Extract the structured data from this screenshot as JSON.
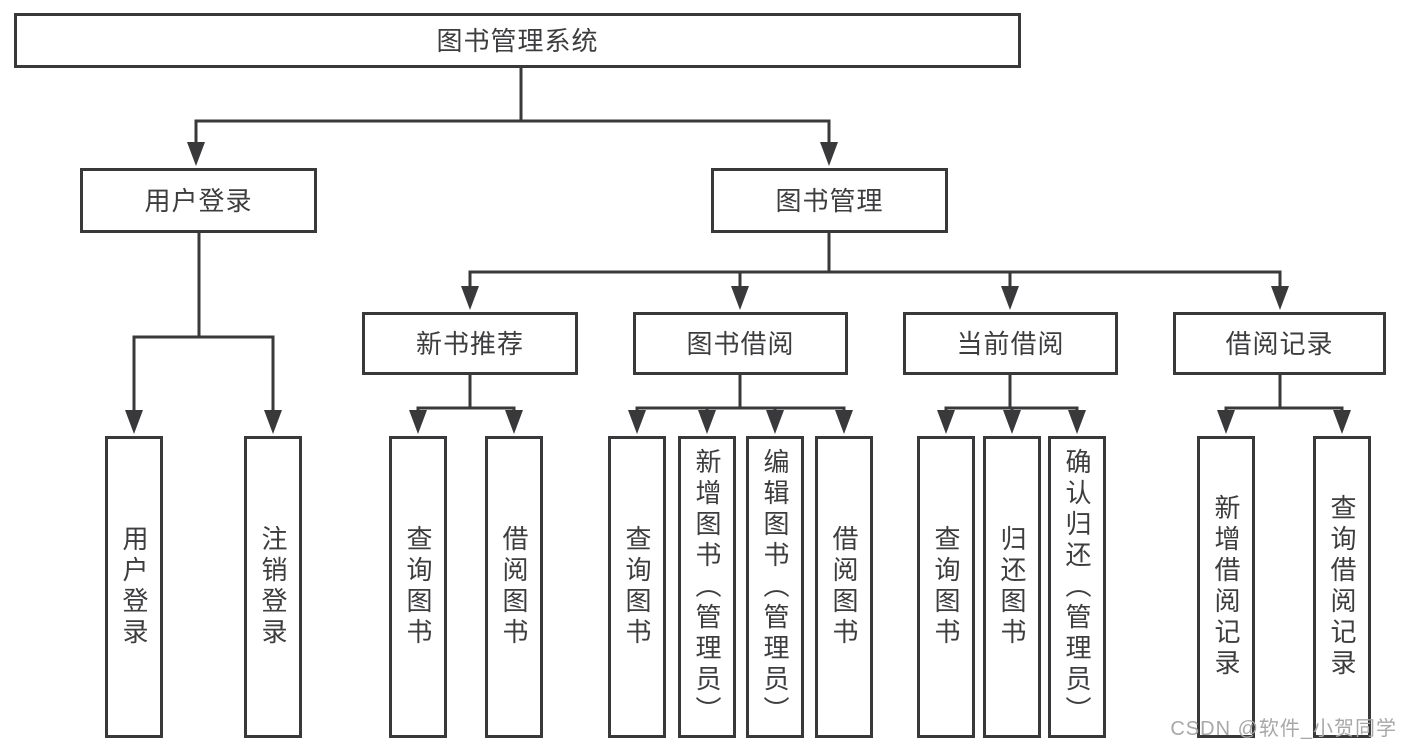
{
  "diagram": {
    "type": "hierarchy-tree",
    "root": {
      "label": "图书管理系统",
      "children": [
        {
          "label": "用户登录",
          "children": [
            {
              "label": "用户登录"
            },
            {
              "label": "注销登录"
            }
          ]
        },
        {
          "label": "图书管理",
          "children": [
            {
              "label": "新书推荐",
              "children": [
                {
                  "label": "查询图书"
                },
                {
                  "label": "借阅图书"
                }
              ]
            },
            {
              "label": "图书借阅",
              "children": [
                {
                  "label": "查询图书"
                },
                {
                  "label": "新增图书（管理员）"
                },
                {
                  "label": "编辑图书（管理员）"
                },
                {
                  "label": "借阅图书"
                }
              ]
            },
            {
              "label": "当前借阅",
              "children": [
                {
                  "label": "查询图书"
                },
                {
                  "label": "归还图书"
                },
                {
                  "label": "确认归还（管理员）"
                }
              ]
            },
            {
              "label": "借阅记录",
              "children": [
                {
                  "label": "新增借阅记录"
                },
                {
                  "label": "查询借阅记录"
                }
              ]
            }
          ]
        }
      ]
    }
  },
  "watermark": {
    "text": "CSDN @软件_小贺同学"
  },
  "colors": {
    "line": "#39393b",
    "box_border": "#39393b",
    "text": "#3d3d3f",
    "background": "#ffffff",
    "watermark": "#a8a8a8"
  }
}
